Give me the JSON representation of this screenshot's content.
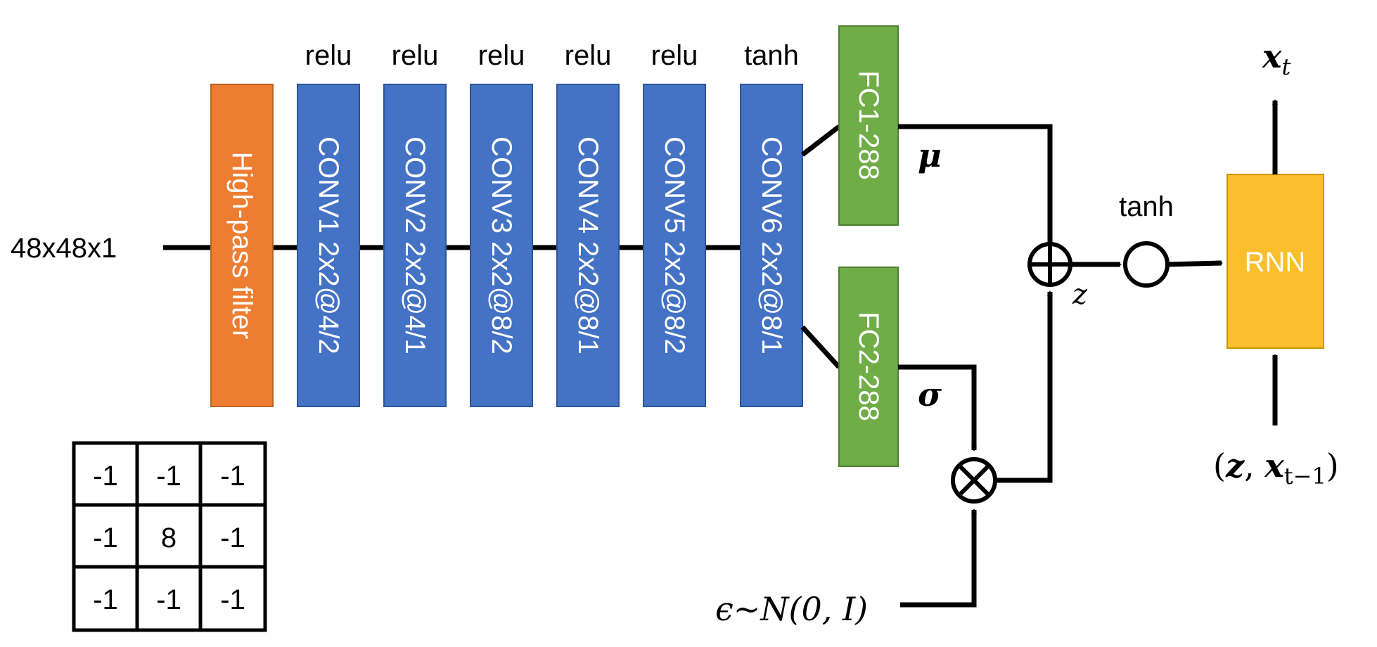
{
  "input_label": "48x48x1",
  "colors": {
    "filter": "#ED7D31",
    "conv": "#4472C4",
    "fc": "#70AD47",
    "rnn": "#FBBF2D",
    "wire": "#000000"
  },
  "filter_block": {
    "label": "High-pass filter"
  },
  "conv_layers": [
    {
      "label": "CONV1 2x2@4/2",
      "activation": "relu"
    },
    {
      "label": "CONV2 2x2@4/1",
      "activation": "relu"
    },
    {
      "label": "CONV3 2x2@8/2",
      "activation": "relu"
    },
    {
      "label": "CONV4 2x2@8/1",
      "activation": "relu"
    },
    {
      "label": "CONV5 2x2@8/2",
      "activation": "relu"
    },
    {
      "label": "CONV6 2x2@8/1",
      "activation": "tanh"
    }
  ],
  "fc_layers": [
    {
      "label": "FC1-288",
      "output": "μ"
    },
    {
      "label": "FC2-288",
      "output": "σ"
    }
  ],
  "operators": {
    "sum": "⊕",
    "product": "⊗",
    "z_label": "z",
    "activation": "tanh"
  },
  "noise_label": "ϵ~N(0, I)",
  "rnn": {
    "label": "RNN",
    "output": "x",
    "output_sub": "t",
    "input_z": "z",
    "input_x": "x",
    "input_sub": "t−1"
  },
  "kernel": [
    [
      "-1",
      "-1",
      "-1"
    ],
    [
      "-1",
      "8",
      "-1"
    ],
    [
      "-1",
      "-1",
      "-1"
    ]
  ]
}
